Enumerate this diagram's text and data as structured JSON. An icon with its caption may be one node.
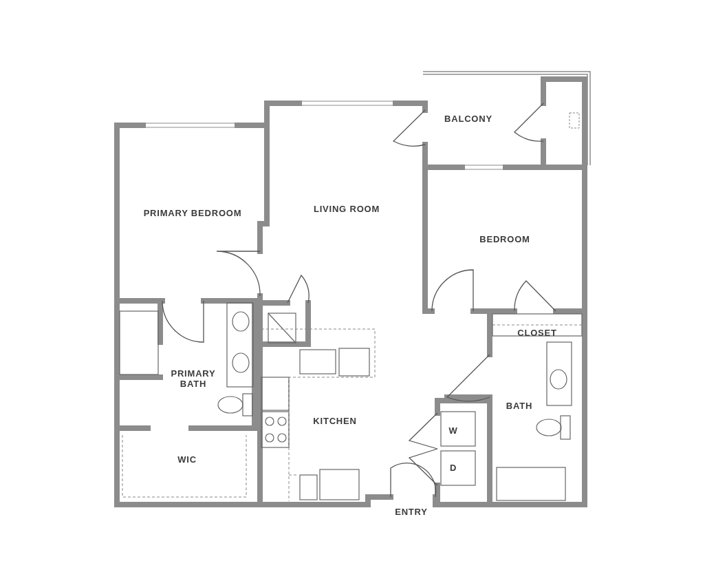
{
  "diagram": {
    "labels": [
      "BALCONY",
      "LIVING ROOM",
      "PRIMARY BEDROOM",
      "BEDROOM",
      "CLOSET",
      "PRIMARY BATH",
      "BATH",
      "KITCHEN",
      "W",
      "WIC",
      "D",
      "ENTRY"
    ]
  }
}
